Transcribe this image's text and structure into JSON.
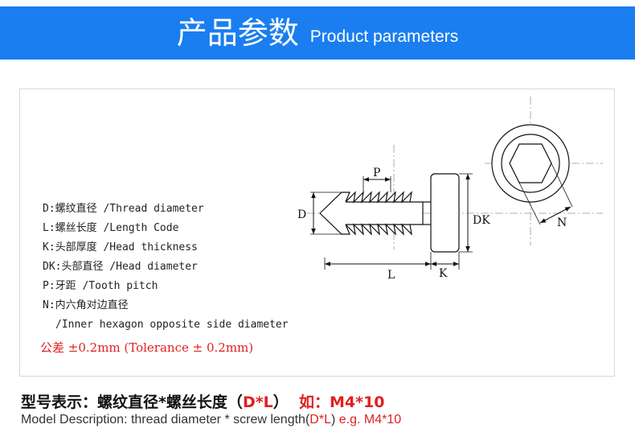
{
  "header": {
    "title_cn": "产品参数",
    "title_en": "Product parameters"
  },
  "params": [
    "D:螺纹直径 /Thread diameter",
    "L:螺丝长度 /Length Code",
    "K:头部厚度 /Head thickness",
    "DK:头部直径 /Head diameter",
    "P:牙距 /Tooth pitch",
    "N:内六角对边直径",
    "/Inner hexagon opposite side diameter"
  ],
  "tolerance": "公差 ±0.2mm (Tolerance ± 0.2mm)",
  "diagram_labels": {
    "p": "P",
    "d": "D",
    "dk": "DK",
    "l": "L",
    "k": "K",
    "n": "N"
  },
  "model": {
    "cn_prefix": "型号表示：螺纹直径*螺丝长度（",
    "cn_formula": "D*L",
    "cn_mid": "）",
    "cn_example": "如：M4*10",
    "en_prefix": "Model Description: thread diameter * screw length(",
    "en_formula": "D*L",
    "en_mid": ")",
    "en_example": "e.g. M4*10"
  },
  "colors": {
    "banner": "#1a7ef0",
    "accent_red": "#e02020"
  }
}
